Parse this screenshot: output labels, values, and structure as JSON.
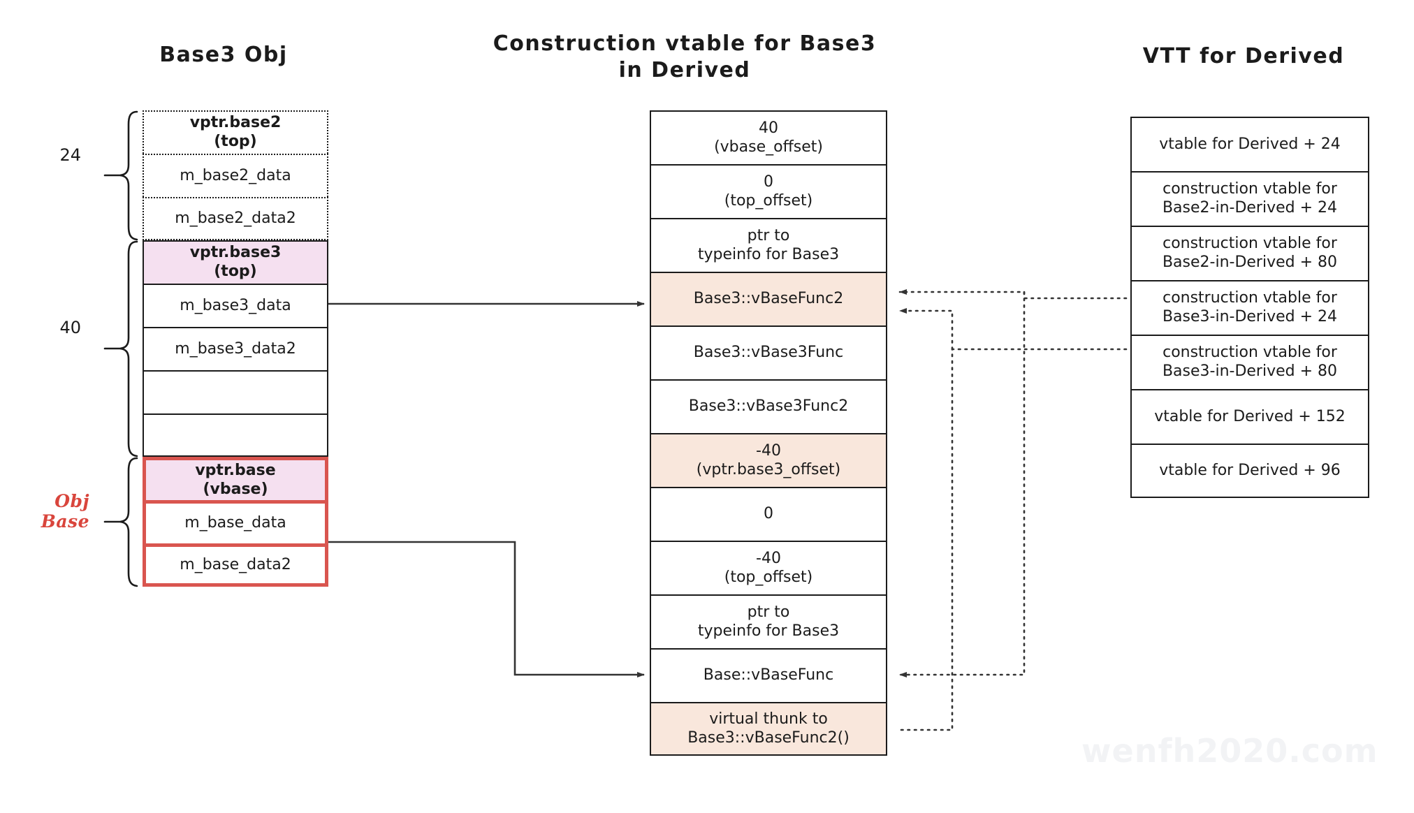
{
  "diagram": {
    "watermark": "wenfh2020.com",
    "colors": {
      "vptr_fill": "#f5e0f0",
      "highlight_fill": "#f9e7dc",
      "obj_base_border": "#d9554f",
      "obj_base_text": "#d9453c",
      "line": "#1b1b1b"
    }
  },
  "left_column": {
    "title": "Base3 Obj",
    "braces": [
      {
        "label": "24"
      },
      {
        "label": "40"
      },
      {
        "label": "Obj Base"
      }
    ],
    "rows": [
      {
        "label": "vptr.base2\n(top)",
        "style": "dotted",
        "fill": "none",
        "bold": true
      },
      {
        "label": "m_base2_data",
        "style": "dotted",
        "fill": "none",
        "bold": false
      },
      {
        "label": "m_base2_data2",
        "style": "dotted",
        "fill": "none",
        "bold": false
      },
      {
        "label": "vptr.base3\n(top)",
        "style": "solid",
        "fill": "pink",
        "bold": true
      },
      {
        "label": "m_base3_data",
        "style": "solid",
        "fill": "none",
        "bold": false
      },
      {
        "label": "m_base3_data2",
        "style": "solid",
        "fill": "none",
        "bold": false
      },
      {
        "label": "",
        "style": "solid",
        "fill": "none",
        "bold": false
      },
      {
        "label": "",
        "style": "solid",
        "fill": "none",
        "bold": false
      },
      {
        "label": "vptr.base\n(vbase)",
        "style": "red",
        "fill": "pink",
        "bold": true
      },
      {
        "label": "m_base_data",
        "style": "red",
        "fill": "none",
        "bold": false
      },
      {
        "label": "m_base_data2",
        "style": "red",
        "fill": "none",
        "bold": false
      }
    ]
  },
  "middle_column": {
    "title": "Construction vtable for Base3\nin Derived",
    "rows": [
      {
        "label": "40\n(vbase_offset)",
        "fill": "none"
      },
      {
        "label": "0\n(top_offset)",
        "fill": "none"
      },
      {
        "label": "ptr to\ntypeinfo for Base3",
        "fill": "none"
      },
      {
        "label": "Base3::vBaseFunc2",
        "fill": "peach"
      },
      {
        "label": "Base3::vBase3Func",
        "fill": "none"
      },
      {
        "label": "Base3::vBase3Func2",
        "fill": "none"
      },
      {
        "label": "-40\n(vptr.base3_offset)",
        "fill": "peach"
      },
      {
        "label": "0",
        "fill": "none"
      },
      {
        "label": "-40\n(top_offset)",
        "fill": "none"
      },
      {
        "label": "ptr to\ntypeinfo for Base3",
        "fill": "none"
      },
      {
        "label": "Base::vBaseFunc",
        "fill": "none"
      },
      {
        "label": "virtual thunk to\nBase3::vBaseFunc2()",
        "fill": "peach"
      }
    ]
  },
  "right_column": {
    "title": "VTT for Derived",
    "rows": [
      {
        "label": "vtable for Derived + 24"
      },
      {
        "label": "construction vtable for\nBase2-in-Derived + 24"
      },
      {
        "label": "construction vtable for\nBase2-in-Derived + 80"
      },
      {
        "label": "construction vtable for\nBase3-in-Derived + 24"
      },
      {
        "label": "construction vtable for\nBase3-in-Derived + 80"
      },
      {
        "label": "vtable for Derived + 152"
      },
      {
        "label": "vtable for Derived + 96"
      }
    ]
  }
}
